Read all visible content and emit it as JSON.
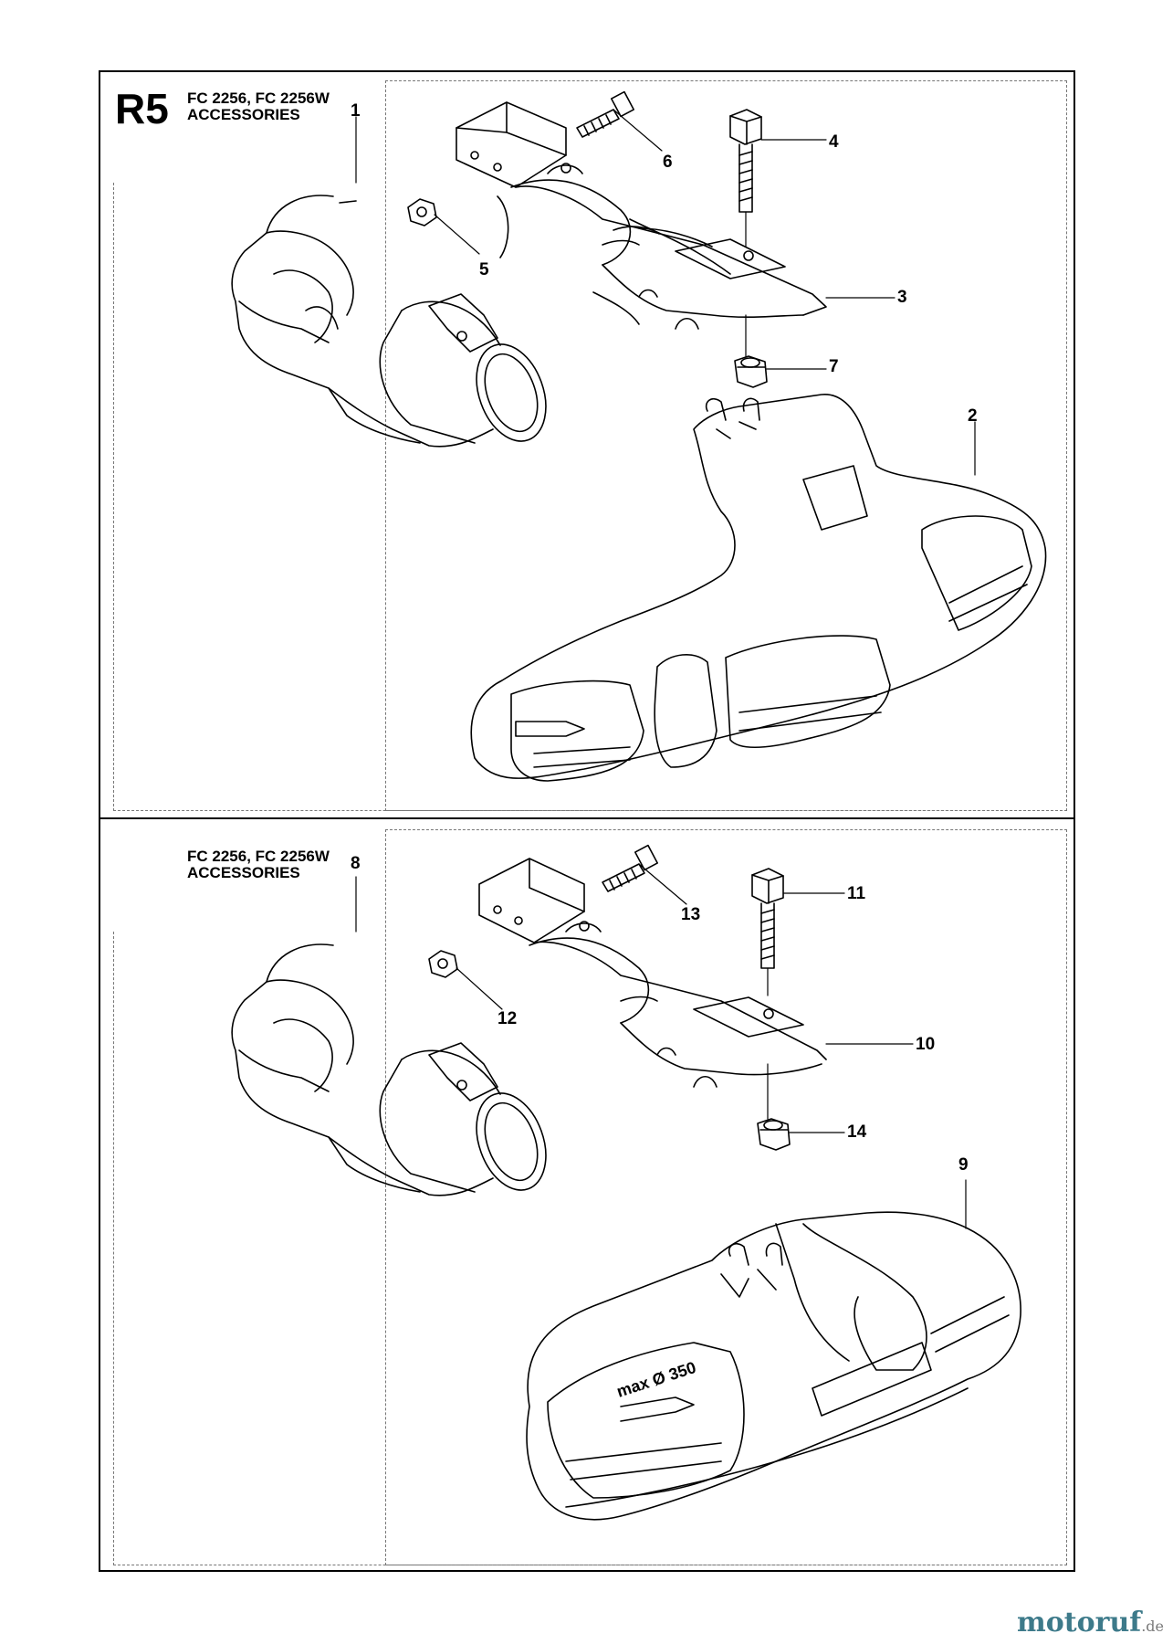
{
  "page": {
    "code": "R5",
    "watermark": "motoruf",
    "watermark_tld": ".de"
  },
  "top_panel": {
    "models": "FC 2256, FC 2256W",
    "section": "ACCESSORIES",
    "callouts": [
      "1",
      "2",
      "3",
      "4",
      "5",
      "6",
      "7"
    ]
  },
  "bottom_panel": {
    "models": "FC 2256, FC 2256W",
    "section": "ACCESSORIES",
    "callouts": [
      "8",
      "9",
      "10",
      "11",
      "12",
      "13",
      "14"
    ],
    "guard_text": "max Ø 350"
  }
}
